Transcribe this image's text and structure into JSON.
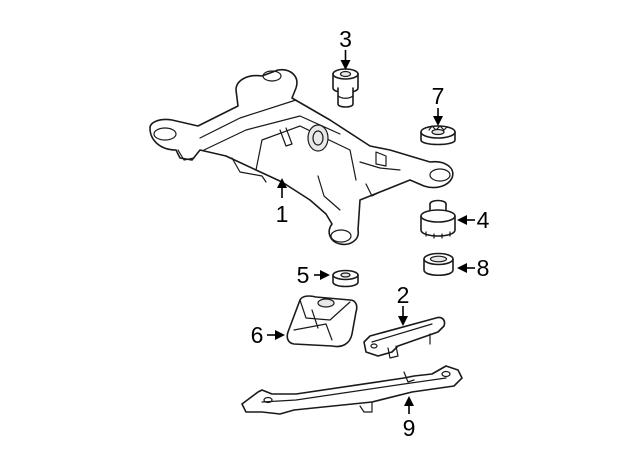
{
  "callouts": {
    "part_1": "1",
    "part_2": "2",
    "part_3": "3",
    "part_4": "4",
    "part_5": "5",
    "part_6": "6",
    "part_7": "7",
    "part_8": "8",
    "part_9": "9"
  },
  "colors": {
    "line": "#1a1a1a",
    "background": "#ffffff"
  }
}
